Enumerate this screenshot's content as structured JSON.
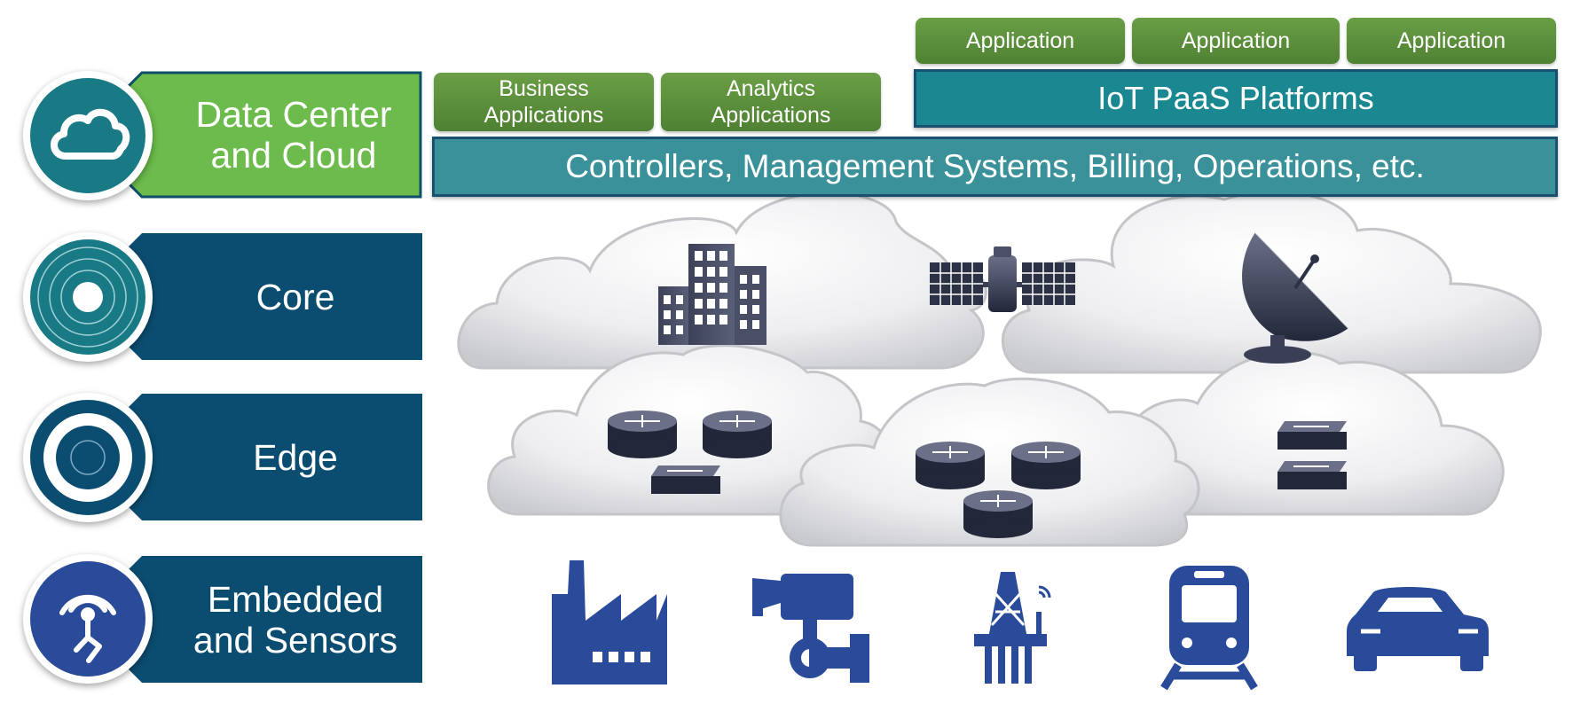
{
  "layers": {
    "data_center": "Data Center\nand Cloud",
    "core": "Core",
    "edge": "Edge",
    "embedded": "Embedded\nand Sensors"
  },
  "applications": {
    "app1": "Application",
    "app2": "Application",
    "app3": "Application",
    "business": "Business\nApplications",
    "analytics": "Analytics\nApplications"
  },
  "platforms": {
    "paas": "IoT PaaS Platforms",
    "controllers": "Controllers, Management Systems, Billing, Operations, etc."
  },
  "icons": {
    "data_center_badge": "cloud-icon",
    "core_badge": "concentric-rings-icon",
    "edge_badge": "target-icon",
    "embedded_badge": "sensor-antenna-icon",
    "core_cloud_devices": [
      "office-building-icon",
      "satellite-icon",
      "satellite-dish-icon"
    ],
    "edge_cloud_devices": [
      "router-icon",
      "switch-icon"
    ],
    "sensor_devices": [
      "factory-icon",
      "security-camera-icon",
      "oil-rig-icon",
      "train-icon",
      "car-icon"
    ]
  },
  "colors": {
    "green_label": "#6cbb4c",
    "navy_label": "#0b4d70",
    "teal_badge": "#197a86",
    "app_green": "#558b37",
    "paas_teal": "#1b8791",
    "controllers_teal": "#3a9199",
    "sensor_blue": "#2a4a9a",
    "device_dark": "#3a3f55"
  }
}
